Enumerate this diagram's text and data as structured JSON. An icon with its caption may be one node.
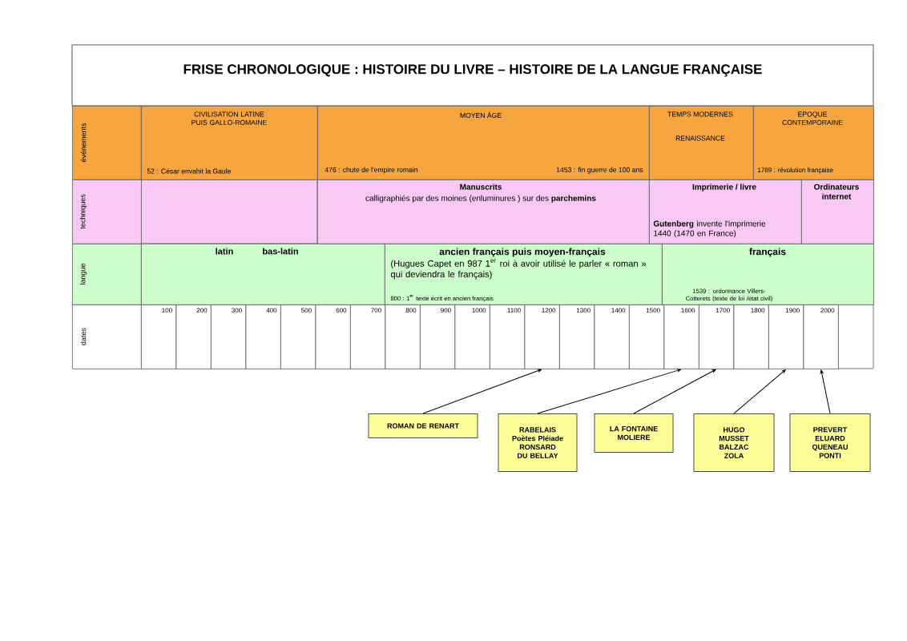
{
  "diagram": {
    "title": "FRISE CHRONOLOGIQUE : HISTOIRE DU LIVRE – HISTOIRE DE LA LANGUE FRANÇAISE",
    "nodes": [
      {
        "text": [
          "événements"
        ]
      },
      {
        "text": [
          "CIVILISATION LATINE PUIS GALLO-ROMAINE",
          "52 : César envahit la Gaule"
        ]
      },
      {
        "text": [
          "MOYEN ÂGE",
          "476 : chute de l'empire romain",
          "1453 : fin guerre de 100 ans"
        ]
      },
      {
        "text": [
          "TEMPS MODERNES",
          "RENAISSANCE"
        ]
      },
      {
        "text": [
          "EPOQUE CONTEMPORAINE",
          "1789 : révolution française"
        ]
      },
      {
        "text": [
          "techniques"
        ]
      },
      {
        "text": [
          "Manuscrits",
          "calligraphiés par des moines (enluminures ) sur des **parchemins**"
        ]
      },
      {
        "text": [
          "Imprimerie / livre",
          "**Gutenberg** invente l'imprimerie 1440 (1470 en France)"
        ]
      },
      {
        "text": [
          "Ordinateurs internet"
        ]
      },
      {
        "text": [
          "langue"
        ]
      },
      {
        "text": [
          "latin",
          "bas-latin"
        ]
      },
      {
        "text": [
          "ancien français puis moyen-français",
          "(Hugues Capet en 987 1$^{er}$ roi à avoir utilisé le parler « roman » qui deviendra le français)",
          "800 : 1$^{er}$ texte écrit en ancien français"
        ]
      },
      {
        "text": [
          "français",
          "1539 : ordonnance Villers-Cotterets (texte de loi /état civil)"
        ]
      },
      {
        "text": [
          "dates"
        ]
      },
      {
        "text": [
          "100"
        ]
      },
      {
        "text": [
          "200"
        ]
      },
      {
        "text": [
          "300"
        ]
      },
      {
        "text": [
          "400"
        ]
      },
      {
        "text": [
          "500"
        ]
      },
      {
        "text": [
          "600"
        ]
      },
      {
        "text": [
          "700"
        ]
      },
      {
        "text": [
          "800"
        ]
      },
      {
        "text": [
          "900"
        ]
      },
      {
        "text": [
          "1000"
        ]
      },
      {
        "text": [
          "1100"
        ]
      },
      {
        "text": [
          "1200"
        ]
      },
      {
        "text": [
          "1300"
        ]
      },
      {
        "text": [
          "1400"
        ]
      },
      {
        "text": [
          "1500"
        ]
      },
      {
        "text": [
          "1600"
        ]
      },
      {
        "text": [
          "1700"
        ]
      },
      {
        "text": [
          "1800"
        ]
      },
      {
        "text": [
          "1900"
        ]
      },
      {
        "text": [
          "2000"
        ]
      },
      {
        "text": [
          "ROMAN DE RENART"
        ]
      },
      {
        "text": [
          "RABELAIS Poètes Pléiade RONSARD DU BELLAY"
        ]
      },
      {
        "text": [
          "LA FONTAINE MOLIERE"
        ]
      },
      {
        "text": [
          "HUGO MUSSET BALZAC ZOLA"
        ]
      },
      {
        "text": [
          "PREVERT ELUARD QUENEAU PONTI"
        ]
      }
    ],
    "edges": [
      {
        "from": 34,
        "to": 25,
        "arrow": "to"
      },
      {
        "from": 35,
        "to": 29,
        "arrow": "to"
      },
      {
        "from": 36,
        "to": 30,
        "arrow": "to"
      },
      {
        "from": 37,
        "to": 32,
        "arrow": "to"
      },
      {
        "from": 38,
        "to": 33,
        "arrow": "to"
      }
    ]
  }
}
